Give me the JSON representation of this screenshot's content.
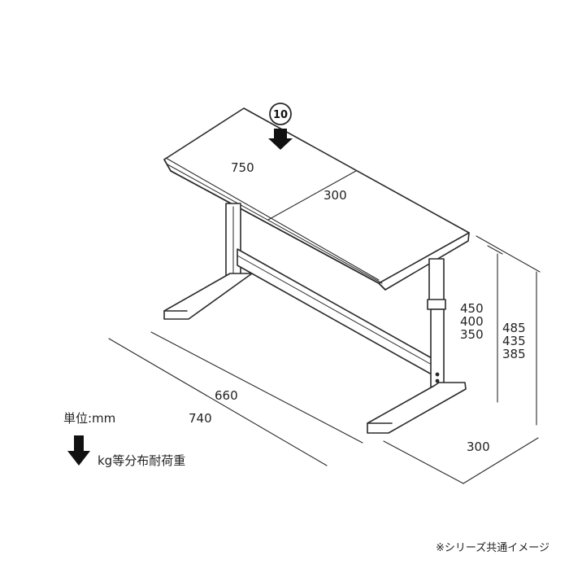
{
  "diagram": {
    "load_badge": "10",
    "dimensions": {
      "top_width": "750",
      "top_depth": "300",
      "desktop_heights": [
        "450",
        "400",
        "350"
      ],
      "overall_heights": [
        "485",
        "435",
        "385"
      ],
      "base_inner": "660",
      "base_outer": "740",
      "base_depth": "300"
    },
    "legend": {
      "unit": "単位:mm",
      "load": "kg等分布耐荷重"
    },
    "footnote": "※シリーズ共通イメージ"
  }
}
